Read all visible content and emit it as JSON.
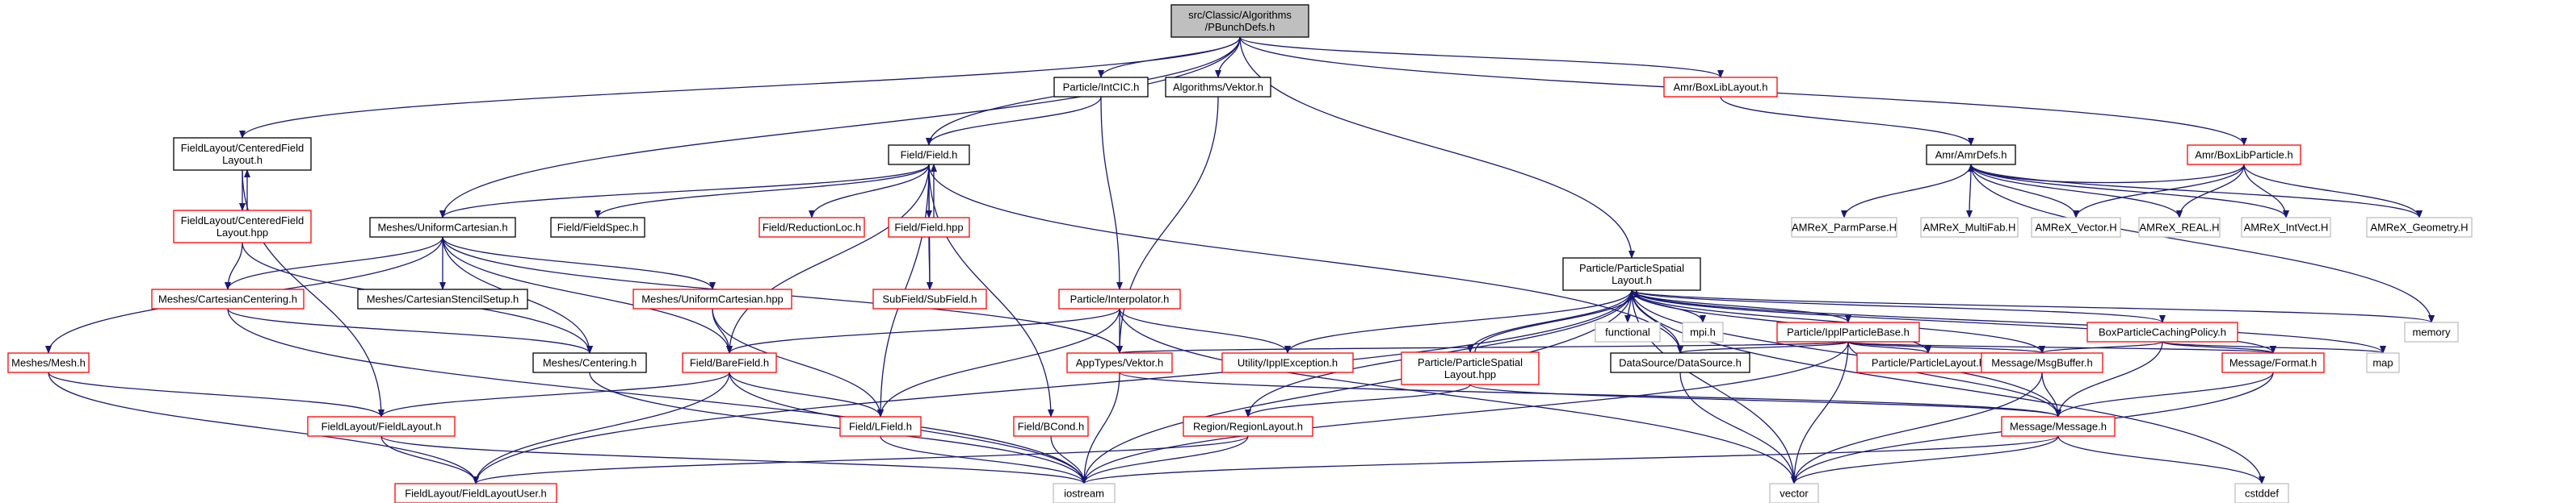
{
  "colors": {
    "edge_default": "#191970",
    "edge_back": "#191970",
    "box_red": "#ff0000",
    "box_black": "#000000",
    "box_gray": "#bfbfbf",
    "root_fill": "#bfbfbf",
    "node_fill": "#ffffff"
  },
  "nodes": [
    {
      "id": "pbunchdefs",
      "lines": [
        "src/Classic/Algorithms",
        "/PBunchDefs.h"
      ],
      "style": "root"
    },
    {
      "id": "particle-intcic",
      "lines": [
        "Particle/IntCIC.h"
      ],
      "style": "black"
    },
    {
      "id": "algorithms-vektor",
      "lines": [
        "Algorithms/Vektor.h"
      ],
      "style": "black"
    },
    {
      "id": "amr-boxliblayout",
      "lines": [
        "Amr/BoxLibLayout.h"
      ],
      "style": "red"
    },
    {
      "id": "amr-boxlibparticle",
      "lines": [
        "Amr/BoxLibParticle.h"
      ],
      "style": "red"
    },
    {
      "id": "fieldlayout-centeredfieldlayout-h",
      "lines": [
        "FieldLayout/CenteredField",
        "Layout.h"
      ],
      "style": "black"
    },
    {
      "id": "field-field-h",
      "lines": [
        "Field/Field.h"
      ],
      "style": "black"
    },
    {
      "id": "amr-amrdefs",
      "lines": [
        "Amr/AmrDefs.h"
      ],
      "style": "black"
    },
    {
      "id": "fieldlayout-centeredfieldlayout-hpp",
      "lines": [
        "FieldLayout/CenteredField",
        "Layout.hpp"
      ],
      "style": "red"
    },
    {
      "id": "meshes-uniformcartesian-h",
      "lines": [
        "Meshes/UniformCartesian.h"
      ],
      "style": "black"
    },
    {
      "id": "field-fieldspec",
      "lines": [
        "Field/FieldSpec.h"
      ],
      "style": "black"
    },
    {
      "id": "field-reductionloc",
      "lines": [
        "Field/ReductionLoc.h"
      ],
      "style": "red"
    },
    {
      "id": "field-field-hpp",
      "lines": [
        "Field/Field.hpp"
      ],
      "style": "red"
    },
    {
      "id": "particle-particlespatiallayout-h",
      "lines": [
        "Particle/ParticleSpatial",
        "Layout.h"
      ],
      "style": "black"
    },
    {
      "id": "amrex-parmparse",
      "lines": [
        "AMReX_ParmParse.H"
      ],
      "style": "gray"
    },
    {
      "id": "amrex-multifab",
      "lines": [
        "AMReX_MultiFab.H"
      ],
      "style": "gray"
    },
    {
      "id": "amrex-vector",
      "lines": [
        "AMReX_Vector.H"
      ],
      "style": "gray"
    },
    {
      "id": "amrex-real",
      "lines": [
        "AMReX_REAL.H"
      ],
      "style": "gray"
    },
    {
      "id": "amrex-intvect",
      "lines": [
        "AMReX_IntVect.H"
      ],
      "style": "gray"
    },
    {
      "id": "amrex-geometry",
      "lines": [
        "AMReX_Geometry.H"
      ],
      "style": "gray"
    },
    {
      "id": "meshes-cartesiancentering-h",
      "lines": [
        "Meshes/CartesianCentering.h"
      ],
      "style": "red"
    },
    {
      "id": "meshes-cartesianstencilsetup",
      "lines": [
        "Meshes/CartesianStencilSetup.h"
      ],
      "style": "black"
    },
    {
      "id": "meshes-uniformcartesian-hpp",
      "lines": [
        "Meshes/UniformCartesian.hpp"
      ],
      "style": "red"
    },
    {
      "id": "subfield-subfield",
      "lines": [
        "SubField/SubField.h"
      ],
      "style": "red"
    },
    {
      "id": "particle-interpolator",
      "lines": [
        "Particle/Interpolator.h"
      ],
      "style": "red"
    },
    {
      "id": "functional",
      "lines": [
        "functional"
      ],
      "style": "gray"
    },
    {
      "id": "mpi-h",
      "lines": [
        "mpi.h"
      ],
      "style": "gray"
    },
    {
      "id": "particle-ipplparticlebase",
      "lines": [
        "Particle/IpplParticleBase.h"
      ],
      "style": "red"
    },
    {
      "id": "boxparticlecachingpolicy",
      "lines": [
        "BoxParticleCachingPolicy.h"
      ],
      "style": "red"
    },
    {
      "id": "memory",
      "lines": [
        "memory"
      ],
      "style": "gray"
    },
    {
      "id": "meshes-mesh",
      "lines": [
        "Meshes/Mesh.h"
      ],
      "style": "red"
    },
    {
      "id": "meshes-centering",
      "lines": [
        "Meshes/Centering.h"
      ],
      "style": "black"
    },
    {
      "id": "field-barefield",
      "lines": [
        "Field/BareField.h"
      ],
      "style": "red"
    },
    {
      "id": "apptypes-vektor",
      "lines": [
        "AppTypes/Vektor.h"
      ],
      "style": "red"
    },
    {
      "id": "utility-ipplexception",
      "lines": [
        "Utility/IpplException.h"
      ],
      "style": "red"
    },
    {
      "id": "particle-particlespatiallayout-hpp",
      "lines": [
        "Particle/ParticleSpatial",
        "Layout.hpp"
      ],
      "style": "red"
    },
    {
      "id": "datasource-datasource",
      "lines": [
        "DataSource/DataSource.h"
      ],
      "style": "black"
    },
    {
      "id": "particle-particlelayout",
      "lines": [
        "Particle/ParticleLayout.h"
      ],
      "style": "red"
    },
    {
      "id": "message-msgbuffer",
      "lines": [
        "Message/MsgBuffer.h"
      ],
      "style": "red"
    },
    {
      "id": "message-format",
      "lines": [
        "Message/Format.h"
      ],
      "style": "red"
    },
    {
      "id": "map",
      "lines": [
        "map"
      ],
      "style": "gray"
    },
    {
      "id": "fieldlayout-fieldlayout",
      "lines": [
        "FieldLayout/FieldLayout.h"
      ],
      "style": "red"
    },
    {
      "id": "field-lfield",
      "lines": [
        "Field/LField.h"
      ],
      "style": "red"
    },
    {
      "id": "field-bcond",
      "lines": [
        "Field/BCond.h"
      ],
      "style": "red"
    },
    {
      "id": "region-regionlayout",
      "lines": [
        "Region/RegionLayout.h"
      ],
      "style": "red"
    },
    {
      "id": "message-message",
      "lines": [
        "Message/Message.h"
      ],
      "style": "red"
    },
    {
      "id": "fieldlayout-fieldlayoutuser",
      "lines": [
        "FieldLayout/FieldLayoutUser.h"
      ],
      "style": "red"
    },
    {
      "id": "iostream",
      "lines": [
        "iostream"
      ],
      "style": "gray"
    },
    {
      "id": "vector",
      "lines": [
        "vector"
      ],
      "style": "gray"
    },
    {
      "id": "cstddef",
      "lines": [
        "cstddef"
      ],
      "style": "gray"
    }
  ],
  "edges": [
    [
      "pbunchdefs",
      "particle-intcic"
    ],
    [
      "pbunchdefs",
      "algorithms-vektor"
    ],
    [
      "pbunchdefs",
      "amr-boxliblayout"
    ],
    [
      "pbunchdefs",
      "amr-boxlibparticle"
    ],
    [
      "pbunchdefs",
      "fieldlayout-centeredfieldlayout-h"
    ],
    [
      "pbunchdefs",
      "field-field-h"
    ],
    [
      "pbunchdefs",
      "meshes-uniformcartesian-h"
    ],
    [
      "pbunchdefs",
      "particle-particlespatiallayout-h"
    ],
    [
      "particle-intcic",
      "field-field-h"
    ],
    [
      "particle-intcic",
      "particle-interpolator"
    ],
    [
      "algorithms-vektor",
      "apptypes-vektor"
    ],
    [
      "amr-boxliblayout",
      "amr-amrdefs"
    ],
    [
      "amr-boxlibparticle",
      "amr-amrdefs"
    ],
    [
      "amr-boxlibparticle",
      "amrex-vector"
    ],
    [
      "amr-boxlibparticle",
      "amrex-real"
    ],
    [
      "amr-boxlibparticle",
      "amrex-intvect"
    ],
    [
      "amr-boxlibparticle",
      "amrex-geometry"
    ],
    [
      "amr-amrdefs",
      "amrex-parmparse"
    ],
    [
      "amr-amrdefs",
      "amrex-multifab"
    ],
    [
      "amr-amrdefs",
      "amrex-vector"
    ],
    [
      "amr-amrdefs",
      "amrex-real"
    ],
    [
      "amr-amrdefs",
      "amrex-intvect"
    ],
    [
      "amr-amrdefs",
      "amrex-geometry"
    ],
    [
      "amr-amrdefs",
      "memory"
    ],
    [
      "fieldlayout-centeredfieldlayout-h",
      "fieldlayout-centeredfieldlayout-hpp"
    ],
    [
      "fieldlayout-centeredfieldlayout-hpp",
      "fieldlayout-centeredfieldlayout-h"
    ],
    [
      "fieldlayout-centeredfieldlayout-h",
      "fieldlayout-fieldlayout"
    ],
    [
      "fieldlayout-centeredfieldlayout-hpp",
      "meshes-cartesiancentering-h"
    ],
    [
      "fieldlayout-centeredfieldlayout-hpp",
      "meshes-centering"
    ],
    [
      "field-field-h",
      "meshes-uniformcartesian-h"
    ],
    [
      "field-field-h",
      "field-fieldspec"
    ],
    [
      "field-field-h",
      "field-reductionloc"
    ],
    [
      "field-field-h",
      "field-field-hpp"
    ],
    [
      "field-field-hpp",
      "field-field-h"
    ],
    [
      "field-field-h",
      "subfield-subfield"
    ],
    [
      "field-field-h",
      "field-barefield"
    ],
    [
      "field-field-h",
      "field-lfield"
    ],
    [
      "field-field-h",
      "field-bcond"
    ],
    [
      "field-field-h",
      "datasource-datasource"
    ],
    [
      "field-field-hpp",
      "subfield-subfield"
    ],
    [
      "meshes-uniformcartesian-h",
      "meshes-cartesiancentering-h"
    ],
    [
      "meshes-uniformcartesian-h",
      "meshes-cartesianstencilsetup"
    ],
    [
      "meshes-uniformcartesian-h",
      "meshes-uniformcartesian-hpp"
    ],
    [
      "meshes-uniformcartesian-h",
      "meshes-mesh"
    ],
    [
      "meshes-uniformcartesian-h",
      "meshes-centering"
    ],
    [
      "meshes-uniformcartesian-h",
      "field-barefield"
    ],
    [
      "meshes-uniformcartesian-h",
      "apptypes-vektor"
    ],
    [
      "meshes-cartesiancentering-h",
      "meshes-centering"
    ],
    [
      "meshes-cartesiancentering-h",
      "iostream"
    ],
    [
      "meshes-uniformcartesian-hpp",
      "field-barefield"
    ],
    [
      "meshes-uniformcartesian-hpp",
      "field-lfield"
    ],
    [
      "meshes-mesh",
      "fieldlayout-fieldlayout"
    ],
    [
      "meshes-mesh",
      "fieldlayout-fieldlayoutuser"
    ],
    [
      "meshes-centering",
      "iostream"
    ],
    [
      "particle-interpolator",
      "field-barefield"
    ],
    [
      "particle-interpolator",
      "field-lfield"
    ],
    [
      "particle-interpolator",
      "apptypes-vektor"
    ],
    [
      "particle-interpolator",
      "utility-ipplexception"
    ],
    [
      "particle-interpolator",
      "vector"
    ],
    [
      "field-barefield",
      "fieldlayout-fieldlayout"
    ],
    [
      "field-barefield",
      "field-lfield"
    ],
    [
      "field-barefield",
      "fieldlayout-fieldlayoutuser"
    ],
    [
      "field-barefield",
      "iostream"
    ],
    [
      "apptypes-vektor",
      "message-message"
    ],
    [
      "apptypes-vektor",
      "iostream"
    ],
    [
      "field-lfield",
      "iostream"
    ],
    [
      "field-bcond",
      "iostream"
    ],
    [
      "fieldlayout-fieldlayout",
      "fieldlayout-fieldlayoutuser"
    ],
    [
      "fieldlayout-fieldlayout",
      "iostream"
    ],
    [
      "particle-particlespatiallayout-h",
      "functional"
    ],
    [
      "particle-particlespatiallayout-h",
      "mpi-h"
    ],
    [
      "particle-particlespatiallayout-h",
      "particle-ipplparticlebase"
    ],
    [
      "particle-particlespatiallayout-h",
      "boxparticlecachingpolicy"
    ],
    [
      "particle-particlespatiallayout-h",
      "memory"
    ],
    [
      "particle-particlespatiallayout-h",
      "map"
    ],
    [
      "particle-particlespatiallayout-h",
      "utility-ipplexception"
    ],
    [
      "particle-particlespatiallayout-h",
      "particle-particlespatiallayout-hpp"
    ],
    [
      "particle-particlespatiallayout-hpp",
      "particle-particlespatiallayout-h"
    ],
    [
      "particle-particlespatiallayout-h",
      "datasource-datasource"
    ],
    [
      "particle-particlespatiallayout-h",
      "particle-particlelayout"
    ],
    [
      "particle-particlespatiallayout-h",
      "message-msgbuffer"
    ],
    [
      "particle-particlespatiallayout-h",
      "message-format"
    ],
    [
      "particle-particlespatiallayout-h",
      "region-regionlayout"
    ],
    [
      "particle-particlespatiallayout-h",
      "message-message"
    ],
    [
      "particle-particlespatiallayout-h",
      "fieldlayout-fieldlayoutuser"
    ],
    [
      "particle-particlespatiallayout-h",
      "iostream"
    ],
    [
      "particle-particlespatiallayout-h",
      "vector"
    ],
    [
      "particle-particlespatiallayout-h",
      "cstddef"
    ],
    [
      "particle-ipplparticlebase",
      "apptypes-vektor"
    ],
    [
      "particle-ipplparticlebase",
      "datasource-datasource"
    ],
    [
      "particle-ipplparticlebase",
      "particle-particlelayout"
    ],
    [
      "particle-ipplparticlebase",
      "message-msgbuffer"
    ],
    [
      "particle-ipplparticlebase",
      "message-format"
    ],
    [
      "particle-ipplparticlebase",
      "message-message"
    ],
    [
      "particle-ipplparticlebase",
      "iostream"
    ],
    [
      "particle-ipplparticlebase",
      "vector"
    ],
    [
      "boxparticlecachingpolicy",
      "message-msgbuffer"
    ],
    [
      "boxparticlecachingpolicy",
      "message-format"
    ],
    [
      "boxparticlecachingpolicy",
      "message-message"
    ],
    [
      "boxparticlecachingpolicy",
      "map"
    ],
    [
      "particle-particlespatiallayout-hpp",
      "region-regionlayout"
    ],
    [
      "particle-particlespatiallayout-hpp",
      "message-message"
    ],
    [
      "datasource-datasource",
      "vector"
    ],
    [
      "message-msgbuffer",
      "message-message"
    ],
    [
      "message-msgbuffer",
      "vector"
    ],
    [
      "message-format",
      "message-message"
    ],
    [
      "message-format",
      "vector"
    ],
    [
      "region-regionlayout",
      "fieldlayout-fieldlayoutuser"
    ],
    [
      "region-regionlayout",
      "iostream"
    ],
    [
      "message-message",
      "iostream"
    ],
    [
      "message-message",
      "vector"
    ],
    [
      "message-message",
      "cstddef"
    ]
  ]
}
